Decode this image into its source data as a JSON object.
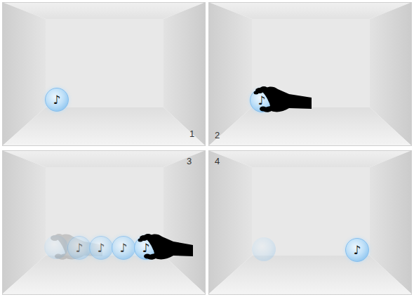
{
  "diagram": {
    "nodes": [
      {
        "text": [
          "1"
        ]
      },
      {
        "text": [
          "♪"
        ],
        "in": 0
      },
      {
        "text": [
          "2"
        ]
      },
      {
        "text": [
          "♪"
        ],
        "in": 2
      },
      {
        "text": [
          "3"
        ]
      },
      {
        "text": [
          "♪"
        ],
        "in": 4
      },
      {
        "text": [
          "♪"
        ],
        "in": 4
      },
      {
        "text": [
          "♪"
        ],
        "in": 4
      },
      {
        "text": [
          "♪"
        ],
        "in": 4
      },
      {
        "text": [
          "4"
        ]
      },
      {
        "text": [
          "♪"
        ],
        "in": 9
      }
    ],
    "edges": []
  }
}
